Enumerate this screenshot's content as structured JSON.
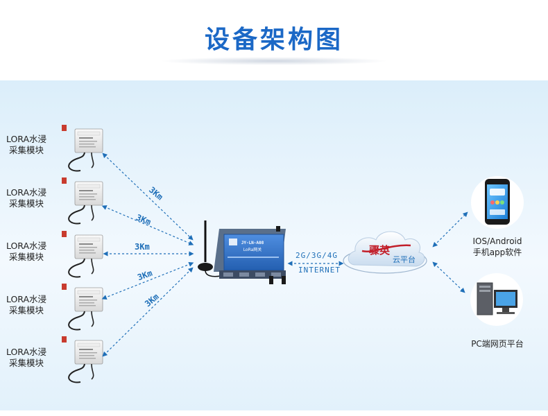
{
  "title": "设备架构图",
  "sensors": [
    {
      "line1": "LORA水浸",
      "line2": "采集模块"
    },
    {
      "line1": "LORA水浸",
      "line2": "采集模块"
    },
    {
      "line1": "LORA水浸",
      "line2": "采集模块"
    },
    {
      "line1": "LORA水浸",
      "line2": "采集模块"
    },
    {
      "line1": "LORA水浸",
      "line2": "采集模块"
    }
  ],
  "distances": [
    "3Km",
    "3Km",
    "3Km",
    "3Km",
    "3Km"
  ],
  "gateway": {
    "model": "JY-LN-A08",
    "name": "LoRa网关"
  },
  "network": {
    "protocols": "2G/3G/4G",
    "label": "INTERNET"
  },
  "cloud": {
    "brand": "骤英",
    "label": "云平台"
  },
  "clients": [
    {
      "line1": "IOS/Android",
      "line2": "手机app软件"
    },
    {
      "line1": "PC端网页平台"
    }
  ],
  "colors": {
    "title": "#1b68c6",
    "link": "#1f6fb8",
    "device": "#3b74c4"
  }
}
